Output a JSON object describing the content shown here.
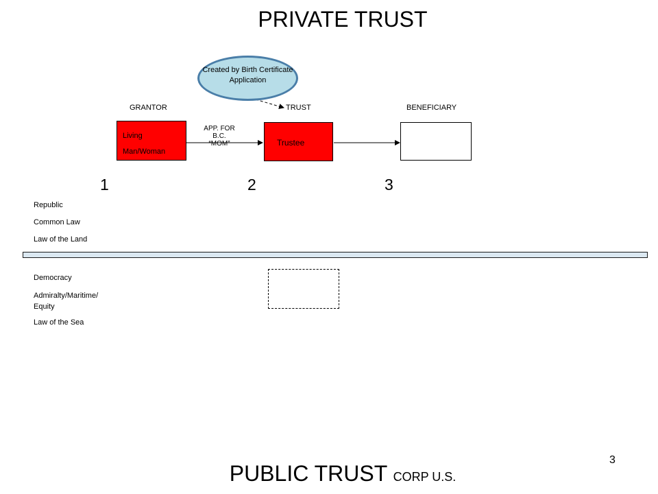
{
  "title": "PRIVATE TRUST",
  "columns": {
    "grantor": "GRANTOR",
    "trust": "TRUST",
    "beneficiary": "BENEFICIARY"
  },
  "bubble": {
    "text": "Created by Birth Certificate Application"
  },
  "boxes": {
    "living_line1": "Living",
    "living_line2": "Man/Woman",
    "trustee": "Trustee"
  },
  "arrow_label": {
    "line1": "APP. FOR",
    "line2": "B.C.",
    "line3": "“MOM”"
  },
  "numbers": {
    "one": "1",
    "two": "2",
    "three": "3"
  },
  "upper_laws": [
    "Republic",
    "Common Law",
    "Law of the Land"
  ],
  "lower_laws": [
    "Democracy",
    "Admiralty/Maritime/ Equity",
    "Law of the Sea"
  ],
  "footer": {
    "main": "PUBLIC TRUST",
    "small": "CORP U.S."
  },
  "page_number": "3",
  "colors": {
    "red_box": "#ff0000",
    "bubble_fill": "#b7dde8",
    "bubble_border": "#4a7ea8",
    "divider_fill": "#dbe8f1"
  }
}
